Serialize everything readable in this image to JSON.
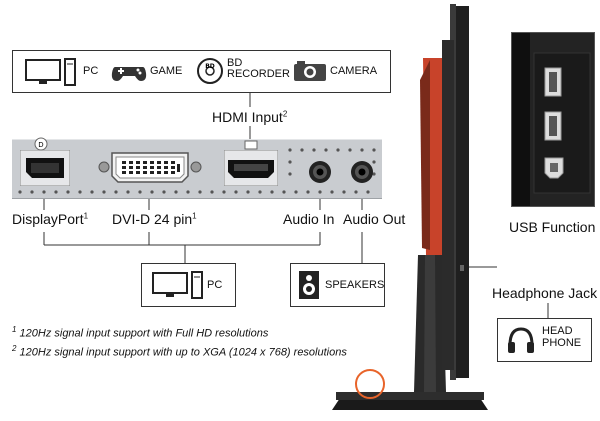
{
  "sources": {
    "pc": "PC",
    "game": "GAME",
    "bd_recorder_line1": "BD",
    "bd_recorder_line2": "RECORDER",
    "camera": "CAMERA"
  },
  "hdmi_label": "HDMI Input",
  "hdmi_sup": "2",
  "ports": {
    "displayport": "DisplayPort",
    "displayport_sup": "1",
    "dvi": "DVI-D 24 pin",
    "dvi_sup": "1",
    "audio_in": "Audio In",
    "audio_out": "Audio Out"
  },
  "bottom": {
    "pc": "PC",
    "speakers": "SPEAKERS"
  },
  "usb_label": "USB Function",
  "headphone_label": "Headphone Jack",
  "headphone_box_line1": "HEAD",
  "headphone_box_line2": "PHONE",
  "notes": {
    "n1_sup": "1",
    "n1": "120Hz signal input support with Full HD resolutions",
    "n2_sup": "2",
    "n2": "120Hz signal input support with up to XGA (1024 x 768) resolutions"
  },
  "colors": {
    "panel": "#c9ccd0",
    "monitor_body": "#1e1e1e",
    "accent_red": "#c8432a",
    "highlight_ring": "#e8642a"
  }
}
